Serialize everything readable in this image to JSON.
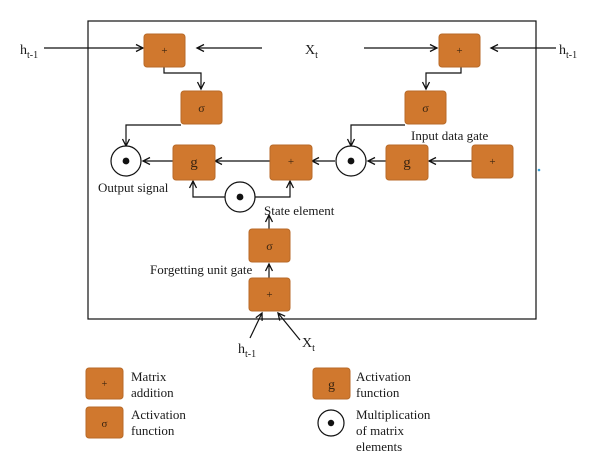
{
  "colors": {
    "box_fill": "#d0782e",
    "box_stroke": "#b86a28",
    "line": "#111111",
    "accent_dot": "#3aa0d8"
  },
  "inputs": {
    "h_left": {
      "base": "h",
      "sub": "t-1"
    },
    "h_right": {
      "base": "h",
      "sub": "t-1"
    },
    "x_top": {
      "base": "X",
      "sub": "t"
    },
    "h_bottom": {
      "base": "h",
      "sub": "t-1"
    },
    "x_bottom": {
      "base": "X",
      "sub": "t"
    }
  },
  "symbols": {
    "plus": "+",
    "sigma": "σ",
    "g": "g",
    "dot": "•"
  },
  "labels": {
    "input_gate": "Input data gate",
    "output_signal": "Output signal",
    "state_element": "State element",
    "forget_gate": "Forgetting unit gate"
  },
  "legend": {
    "matrix_addition": "Matrix\naddition",
    "activation_sigma": "Activation\nfunction",
    "activation_g": "Activation\nfunction",
    "multiplication": "Multiplication\nof matrix\nelements"
  }
}
